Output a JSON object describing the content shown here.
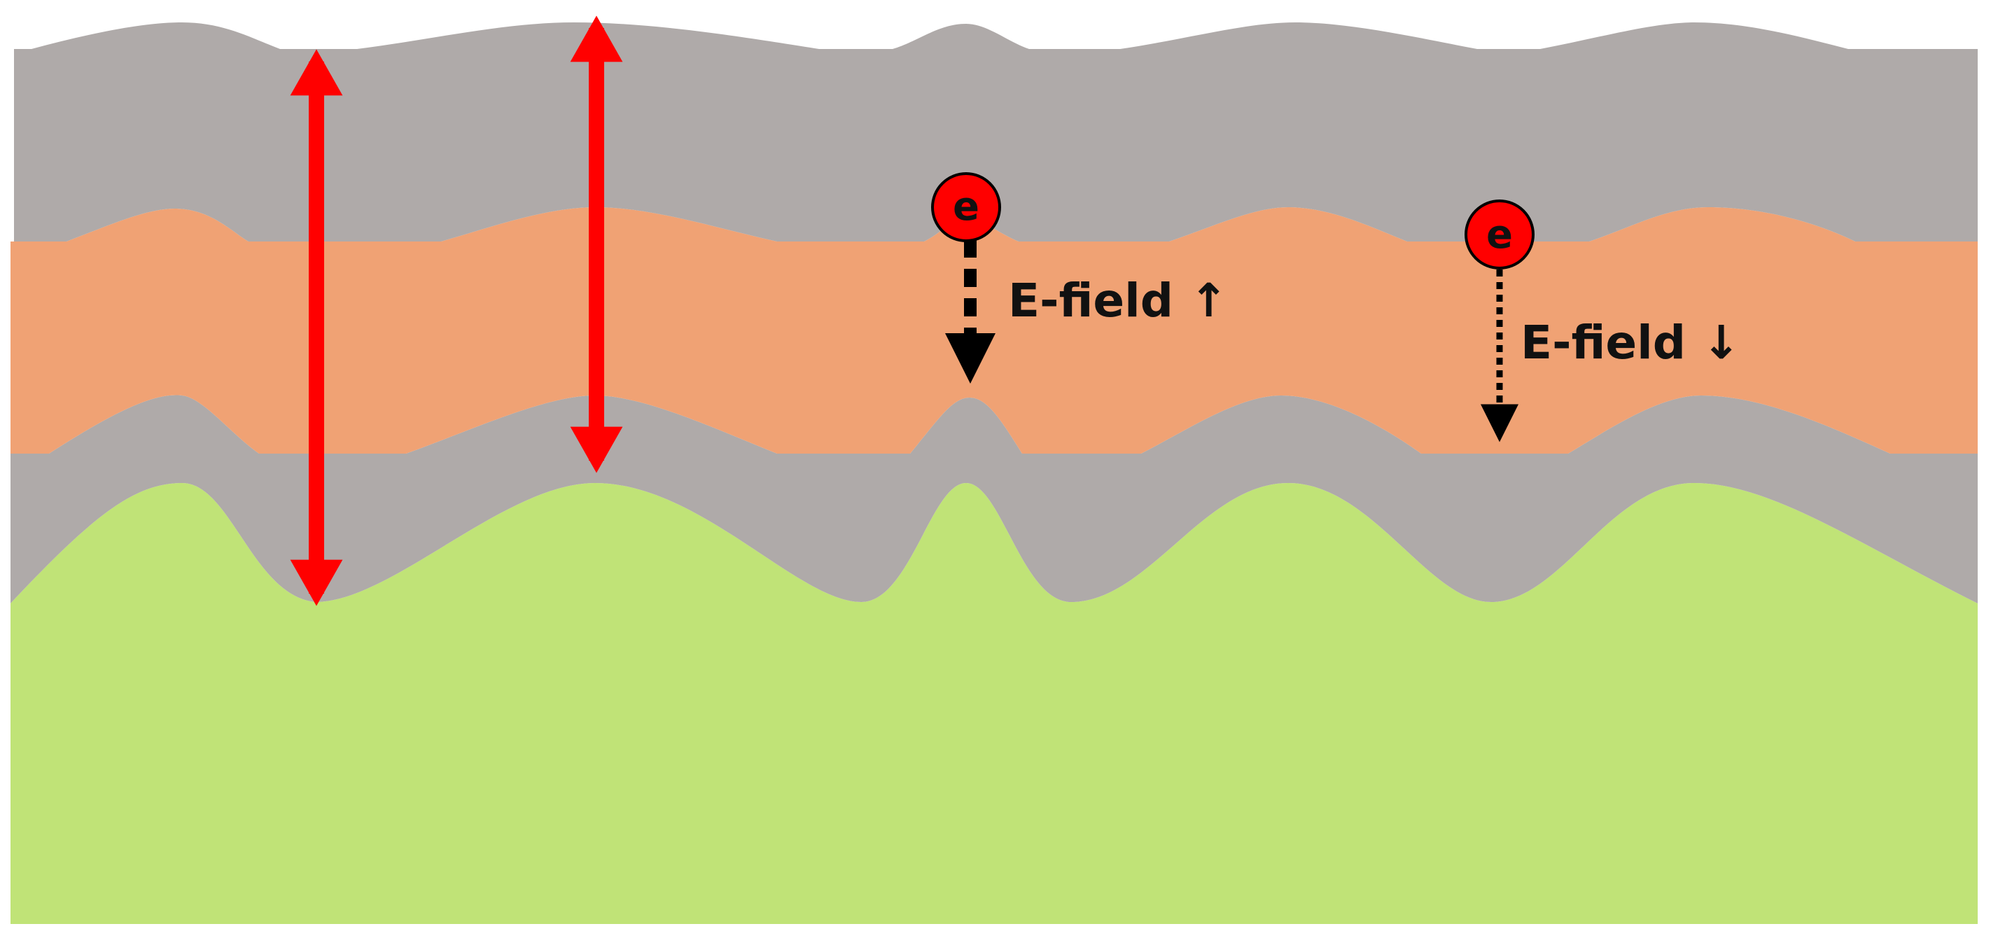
{
  "colors": {
    "top_layer": "#afaaa9",
    "middle_layer": "#f0a274",
    "lower_layer": "#afaaa9",
    "substrate": "#c0e377",
    "arrow": "#ff0000",
    "electron_fill": "#ff0000",
    "field_arrow": "#000000",
    "text": "#111111"
  },
  "thickness_arrows": [
    {
      "name": "thickness-arrow-valley",
      "direction": "double"
    },
    {
      "name": "thickness-arrow-peak",
      "direction": "double"
    }
  ],
  "electrons": [
    {
      "symbol": "e",
      "field_label": "E-field ↑",
      "field_line_style": "thick-dashed"
    },
    {
      "symbol": "e",
      "field_label": "E-field ↓",
      "field_line_style": "dotted"
    }
  ]
}
